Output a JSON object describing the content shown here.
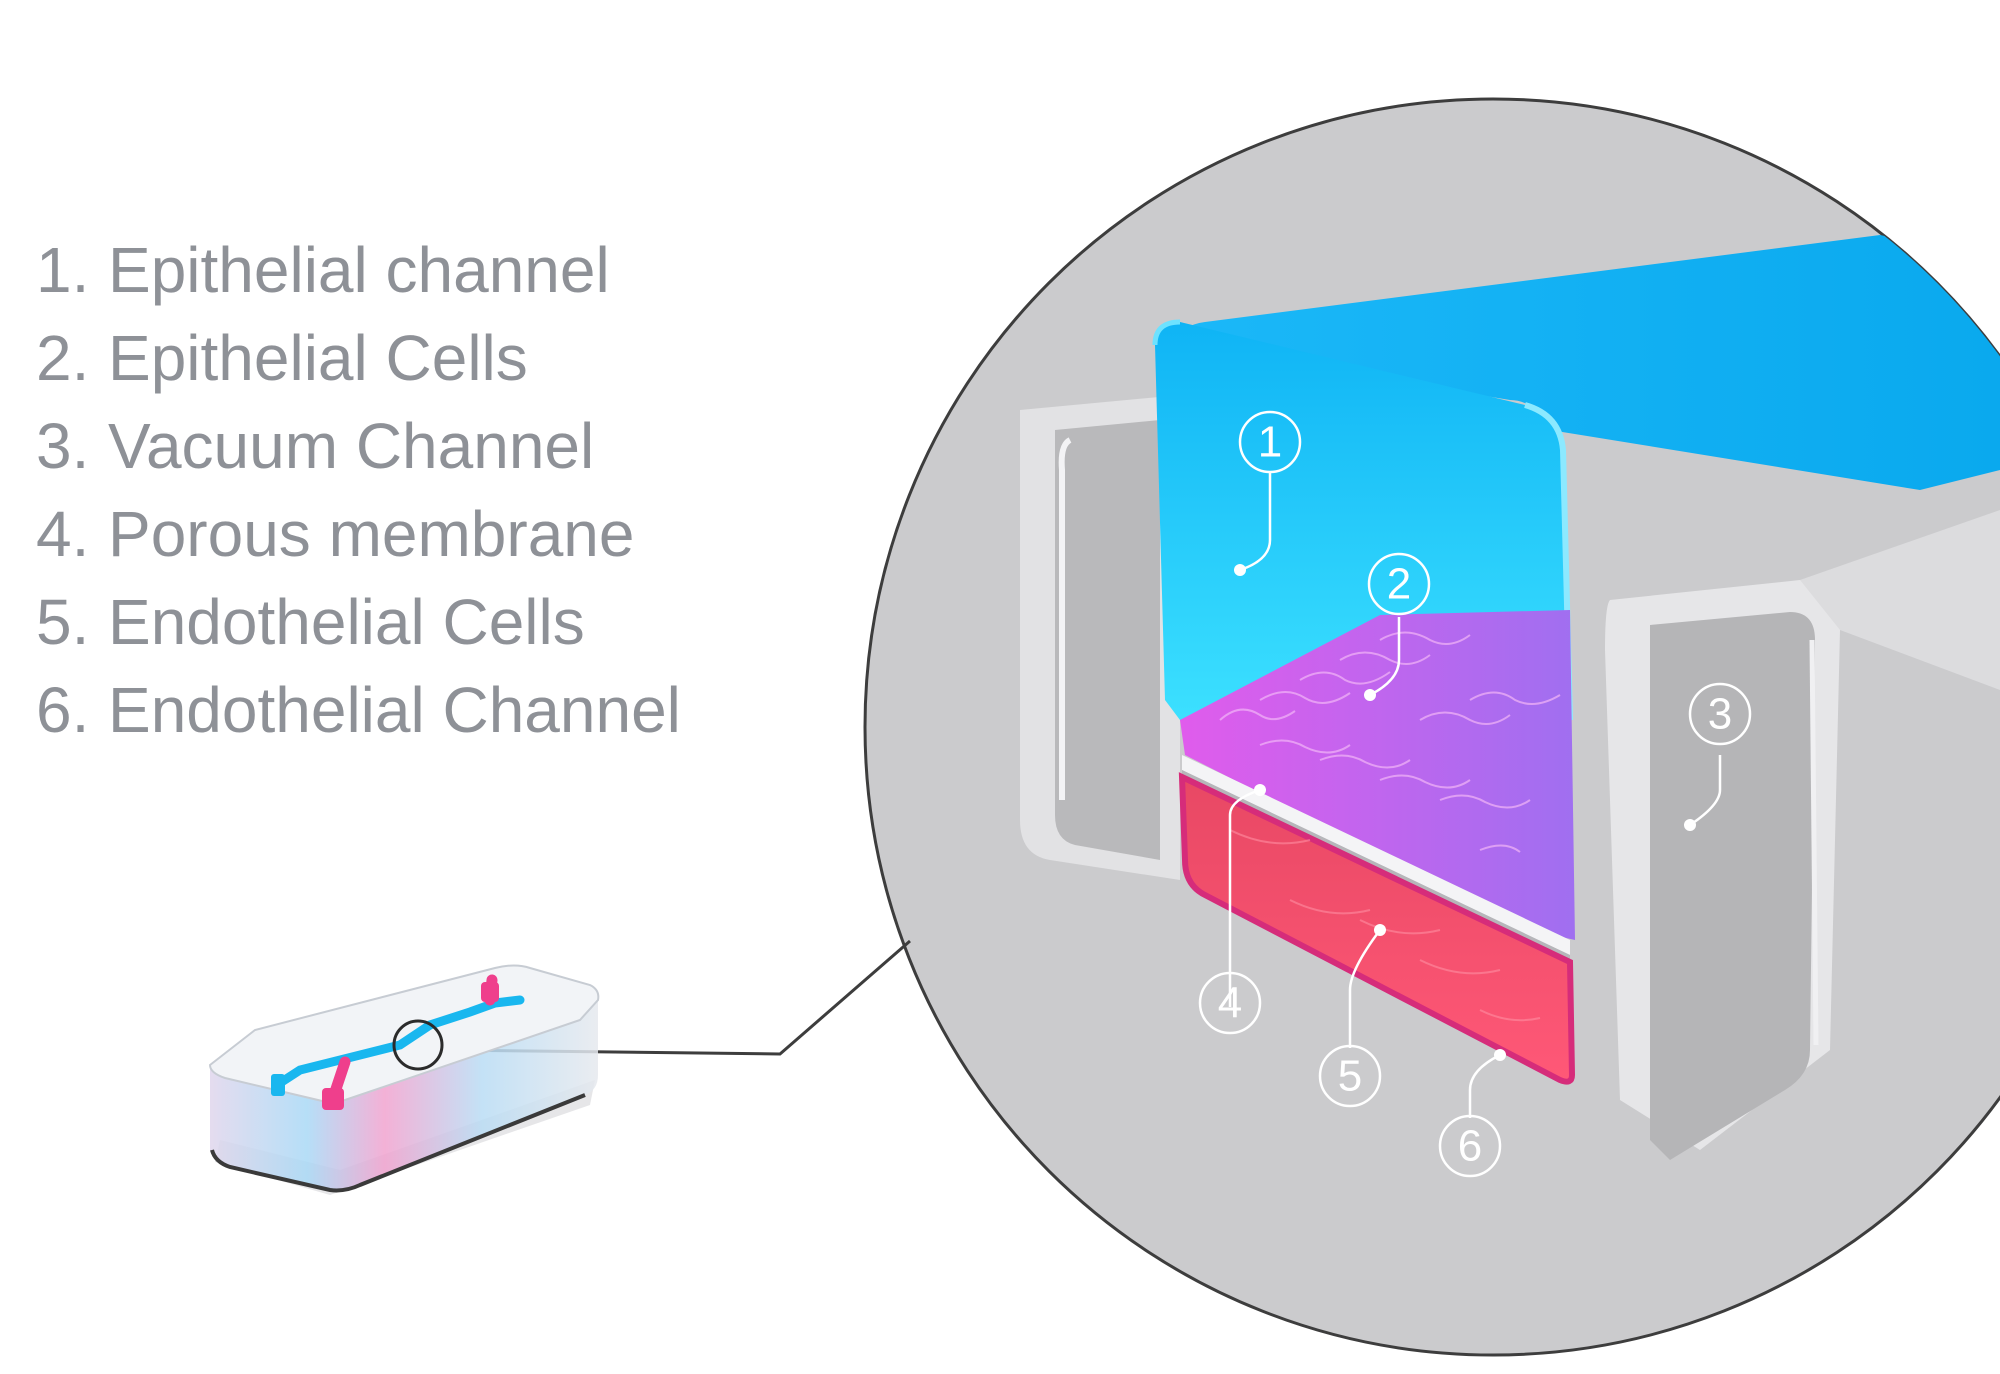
{
  "legend": [
    {
      "number": "1.",
      "label": "Epithelial channel"
    },
    {
      "number": "2.",
      "label": "Epithelial Cells"
    },
    {
      "number": "3.",
      "label": "Vacuum Channel"
    },
    {
      "number": "4.",
      "label": "Porous membrane"
    },
    {
      "number": "5.",
      "label": "Endothelial Cells"
    },
    {
      "number": "6.",
      "label": "Endothelial Channel"
    }
  ],
  "callouts": [
    "1",
    "2",
    "3",
    "4",
    "5",
    "6"
  ],
  "colors": {
    "text": "#8e9197",
    "epithelial_channel": "#19c4f2",
    "epithelial_cells": "#c65ae6",
    "endothelial_cells": "#f24a6a",
    "endothelial_channel_edge": "#d62c7a",
    "vacuum_channel": "#d9d9db",
    "zoom_background": "#cbcbcd"
  }
}
